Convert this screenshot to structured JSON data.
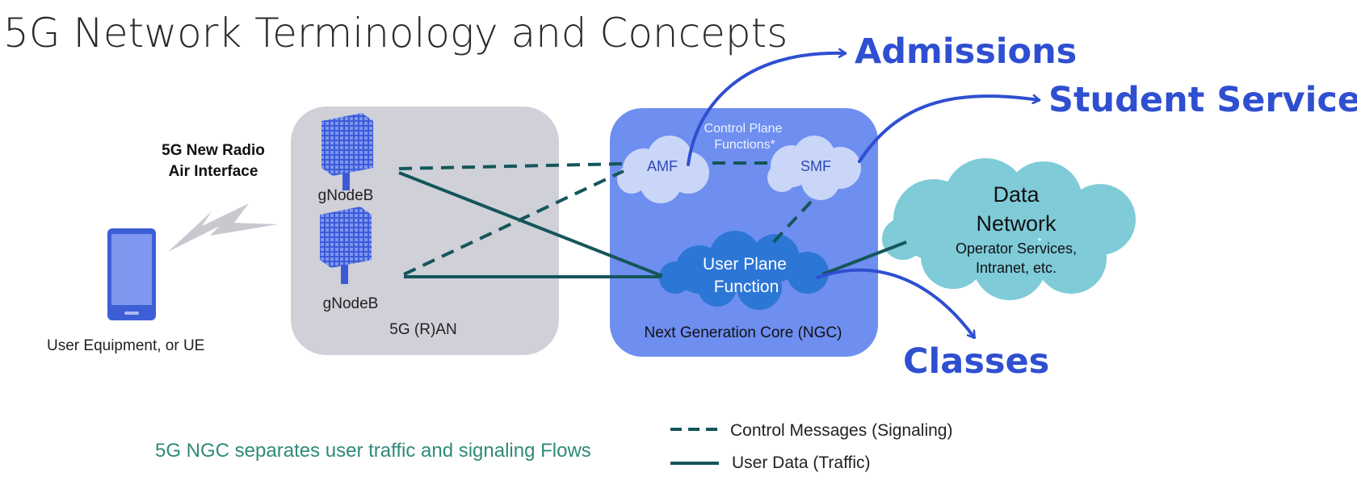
{
  "title": "5G Network Terminology and Concepts",
  "ue": {
    "label": "User Equipment, or UE"
  },
  "radio": {
    "line1": "5G New Radio",
    "line2": "Air Interface"
  },
  "ran": {
    "label": "5G (R)AN",
    "gnodeb_top": "gNodeB",
    "gnodeb_bottom": "gNodeB"
  },
  "ngc": {
    "label": "Next Generation Core (NGC)",
    "control_plane_line1": "Control Plane",
    "control_plane_line2": "Functions*",
    "amf": "AMF",
    "smf": "SMF",
    "upf_line1": "User Plane",
    "upf_line2": "Function"
  },
  "data_network": {
    "line1": "Data",
    "line2": "Network",
    "line3": "Operator Services,",
    "line4": "Intranet, etc."
  },
  "annotations": {
    "admissions": "Admissions",
    "student_services": "Student Services",
    "classes": "Classes"
  },
  "footer": {
    "caption": "5G NGC separates user traffic and signaling Flows",
    "legend_control": "Control Messages (Signaling)",
    "legend_user": "User Data (Traffic)"
  },
  "colors": {
    "ran_box": "#cfd0d8",
    "ngc_box": "#6e8ef0",
    "cloud_light": "#c9d6f7",
    "upf_cloud": "#2c76d6",
    "data_cloud": "#7fcbd8",
    "link": "#14565a",
    "phone": "#4a6fe0",
    "annotation": "#2f4fd1",
    "caption": "#2f8a78"
  }
}
